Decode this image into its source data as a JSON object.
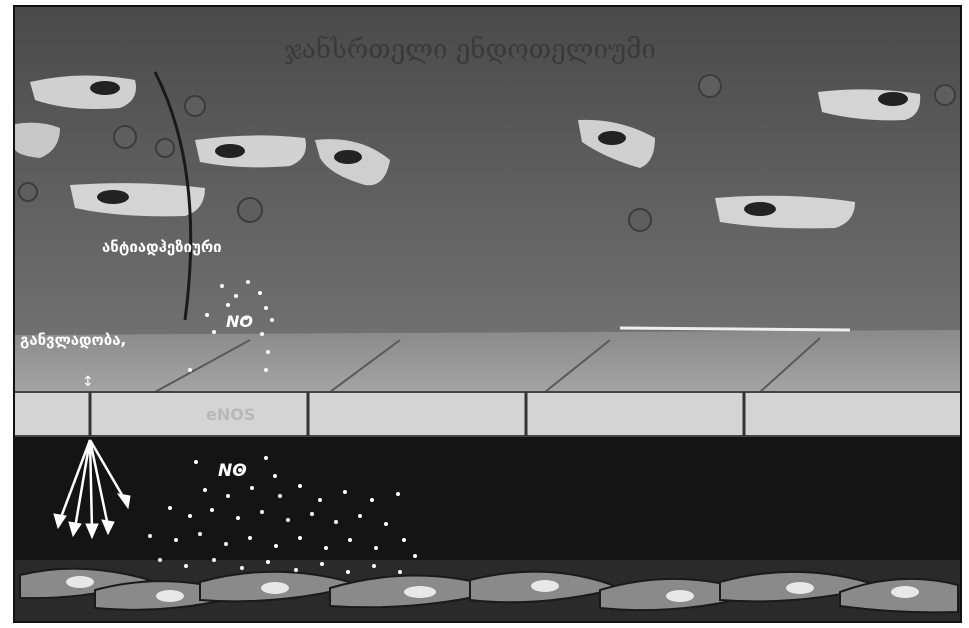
{
  "figure": {
    "title": "ჯანსრთელი ენდოთელიუმი",
    "labels": {
      "anti_adhesive": "ანტიადჰეზიური",
      "no_upper": "NO",
      "permeability": "განვლადობა,",
      "enos": "eNOS",
      "no_lower": "NO"
    },
    "icons": [
      "blood-vessel-lumen",
      "red-blood-cell",
      "white-blood-cell",
      "endothelial-cell",
      "smooth-muscle-cell",
      "arrow-icon"
    ],
    "colors": {
      "lumen_top": "#4a4a4a",
      "lumen_bottom": "#6e6e6e",
      "endothelium": "#d2d2d2",
      "subendothelium": "#141414",
      "cell_fill": "#cfcfcf",
      "nucleus": "#222222"
    }
  }
}
